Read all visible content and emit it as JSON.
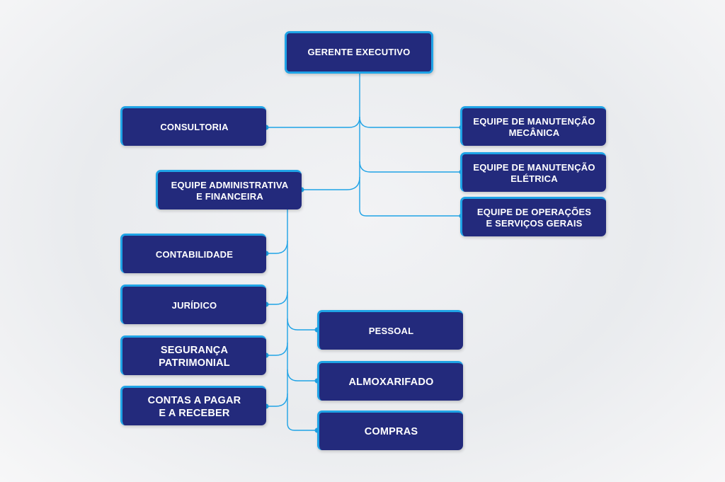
{
  "root": "GERENTE EXECUTIVO",
  "nodes": {
    "consultoria": "CONSULTORIA",
    "adm_financeira": "EQUIPE ADMINISTRATIVA\nE FINANCEIRA",
    "manut_mecanica": "EQUIPE DE MANUTENÇÃO\nMECÂNICA",
    "manut_eletrica": "EQUIPE DE MANUTENÇÃO\nELÉTRICA",
    "operacoes": "EQUIPE DE OPERAÇÕES\nE SERVIÇOS GERAIS",
    "contabilidade": "CONTABILIDADE",
    "juridico": "JURÍDICO",
    "seguranca": "SEGURANÇA\nPATRIMONIAL",
    "contas": "CONTAS A PAGAR\nE A RECEBER",
    "pessoal": "PESSOAL",
    "almoxarifado": "ALMOXARIFADO",
    "compras": "COMPRAS"
  },
  "colors": {
    "node_fill": "#232a7c",
    "accent": "#1fa3e6",
    "text": "#ffffff",
    "connector": "#1fa3e6"
  }
}
